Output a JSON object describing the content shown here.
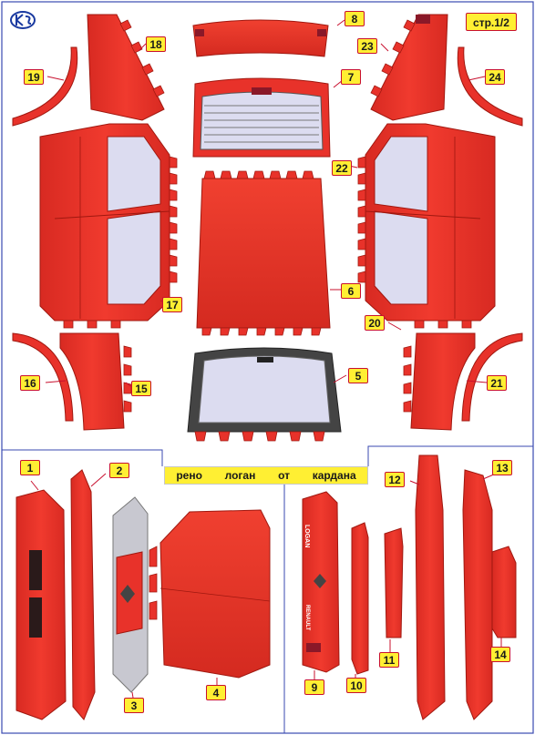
{
  "page": {
    "label": "стр.1/2"
  },
  "title": {
    "words": [
      "рено",
      "логан",
      "от",
      "кардана"
    ]
  },
  "brand": {
    "car_text": "LOGAN",
    "maker_text": "RENAULT"
  },
  "part_numbers": [
    "1",
    "2",
    "3",
    "4",
    "5",
    "6",
    "7",
    "8",
    "9",
    "10",
    "11",
    "12",
    "13",
    "14",
    "15",
    "16",
    "17",
    "18",
    "19",
    "20",
    "21",
    "22",
    "23",
    "24"
  ],
  "colors": {
    "part_red": "#e8322a",
    "glass": "#dcdcf0",
    "label_fill": "#ffef33",
    "label_border": "#c8102e",
    "frame_blue": "#3a4ab0"
  }
}
